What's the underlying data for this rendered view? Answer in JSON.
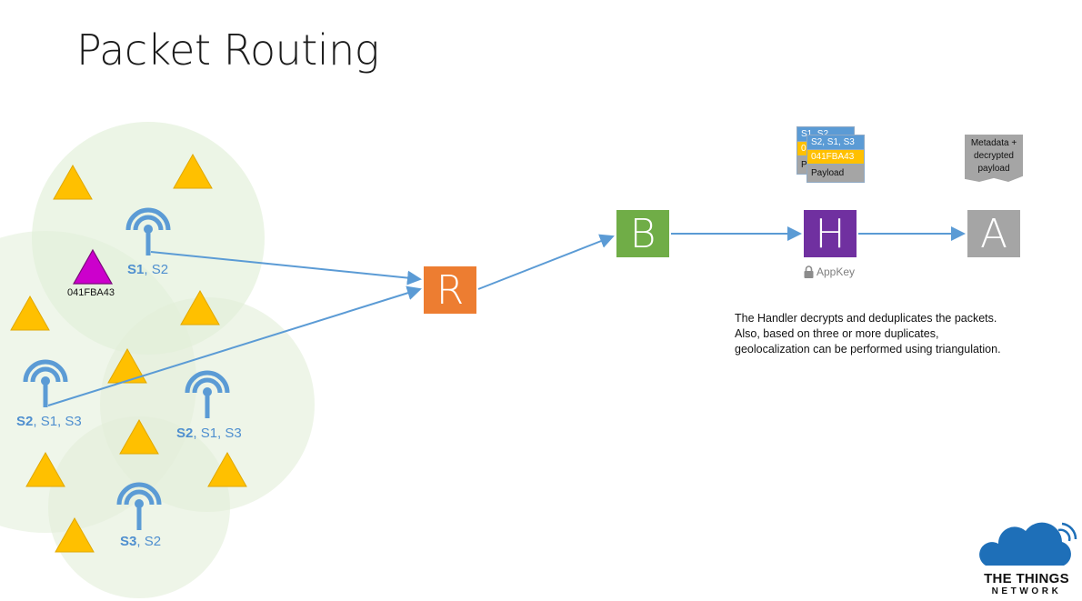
{
  "title": "Packet Routing",
  "device": {
    "id": "041FBA43"
  },
  "gateways": [
    {
      "primary": "S1",
      "rest": ", S2"
    },
    {
      "primary": "S2",
      "rest": ", S1, S3"
    },
    {
      "primary": "S2",
      "rest": ", S1, S3"
    },
    {
      "primary": "S3",
      "rest": ", S2"
    }
  ],
  "nodes": {
    "router": "R",
    "broker": "B",
    "handler": "H",
    "application": "A"
  },
  "appkey": "AppKey",
  "packet_back": {
    "rows": [
      "S1, S2",
      "0",
      "P"
    ]
  },
  "packet_front": {
    "rows": [
      "S2, S1, S3",
      "041FBA43",
      "Payload"
    ]
  },
  "metadata_doc": {
    "line1": "Metadata +",
    "line2": "decrypted",
    "line3": "payload"
  },
  "note": {
    "line1": "The Handler decrypts and deduplicates the packets.",
    "line2": "Also, based on three or more duplicates,",
    "line3": "geolocalization can be performed using triangulation."
  },
  "brand": {
    "line1": "THE THINGS",
    "line2": "NETWORK"
  },
  "colors": {
    "router": "#ed7d31",
    "broker": "#70ad47",
    "handler": "#7030a0",
    "application": "#a5a5a5",
    "gateway": "#5b9bd5",
    "node_triangle": "#ffc000",
    "device_triangle": "#cc00cc",
    "coverage": "#e2efd9",
    "arrow": "#5b9bd5"
  }
}
